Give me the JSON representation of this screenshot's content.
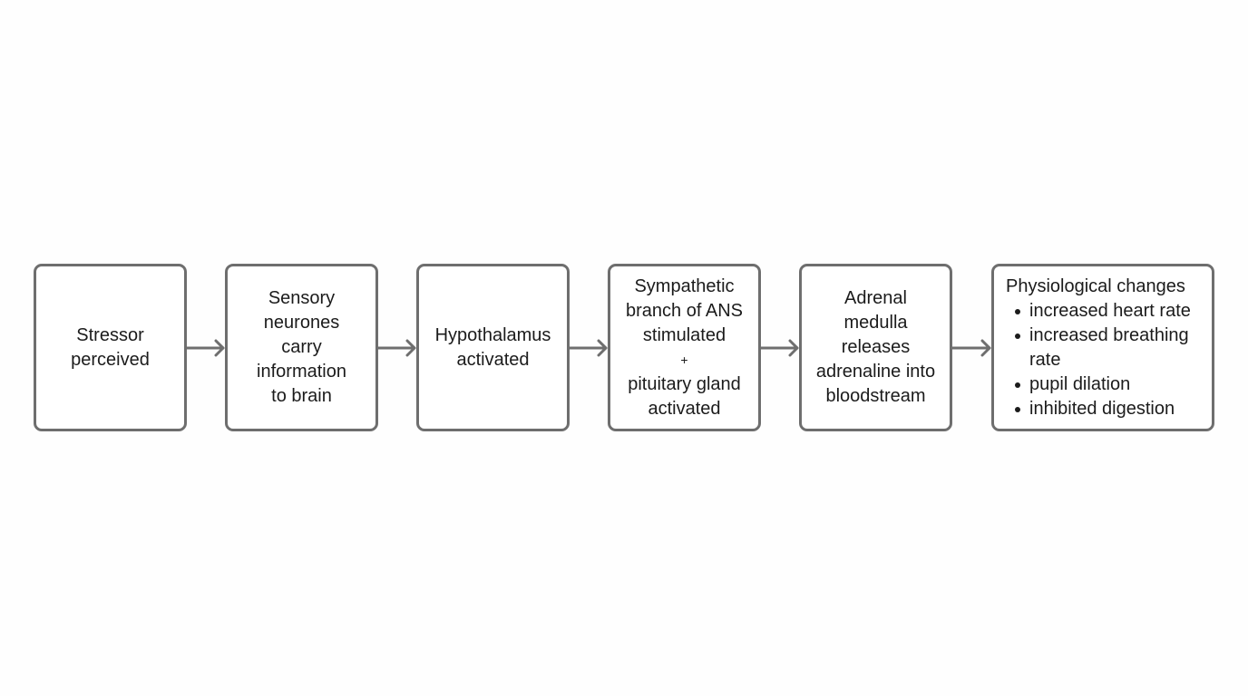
{
  "steps": [
    {
      "lines": [
        "Stressor",
        "perceived"
      ]
    },
    {
      "lines": [
        "Sensory",
        "neurones",
        "carry",
        "information",
        "to brain"
      ]
    },
    {
      "lines": [
        "Hypothalamus",
        "activated"
      ]
    },
    {
      "lines_top": [
        "Sympathetic",
        "branch of ANS",
        "stimulated"
      ],
      "plus": "+",
      "lines_bottom": [
        "pituitary gland",
        "activated"
      ]
    },
    {
      "lines": [
        "Adrenal",
        "medulla",
        "releases",
        "adrenaline into",
        "bloodstream"
      ]
    },
    {
      "heading": "Physiological changes",
      "bullets": [
        "increased heart rate",
        "increased breathing rate",
        "pupil dilation",
        "inhibited digestion"
      ]
    }
  ],
  "colors": {
    "border": "#6e6e6e",
    "arrow": "#6e6e6e",
    "text": "#1b1b1b"
  }
}
